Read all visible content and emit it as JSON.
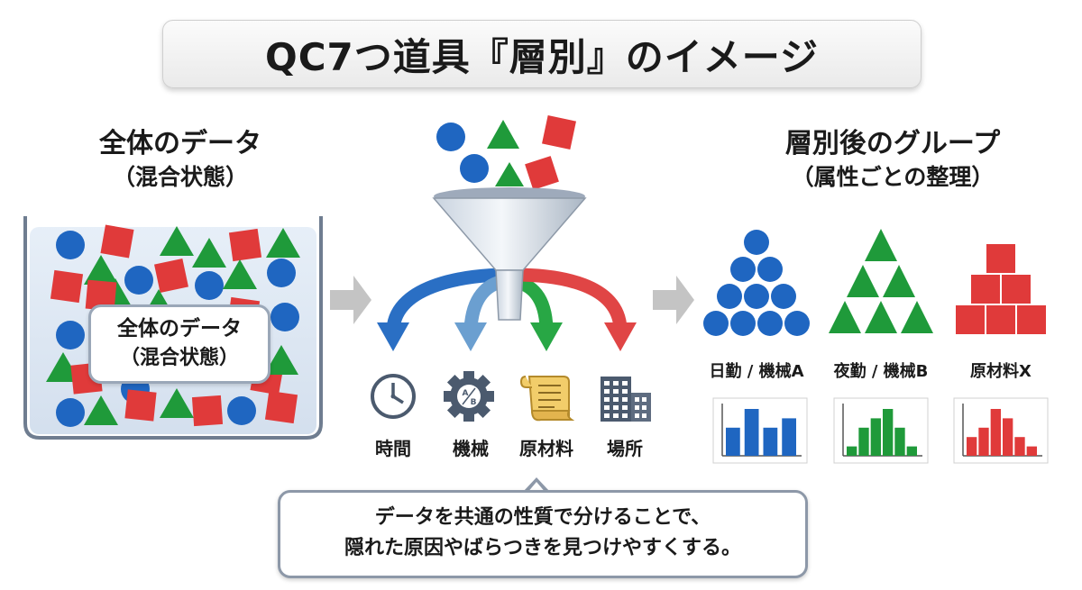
{
  "title": "QC7つ道具『層別』のイメージ",
  "left_panel": {
    "heading_line1": "全体のデータ",
    "heading_line2": "（混合状態）",
    "label_line1": "全体のデータ",
    "label_line2": "（混合状態）"
  },
  "middle_panel": {
    "categories": [
      {
        "label": "時間",
        "icon": "clock-icon",
        "arrow_color": "#2a6fc4"
      },
      {
        "label": "機械",
        "icon": "gear-icon",
        "arrow_color": "#6b9fd0"
      },
      {
        "label": "原材料",
        "icon": "scroll-icon",
        "arrow_color": "#28a745"
      },
      {
        "label": "場所",
        "icon": "building-icon",
        "arrow_color": "#e04545"
      }
    ]
  },
  "right_panel": {
    "heading_line1": "層別後のグループ",
    "heading_line2": "（属性ごとの整理）",
    "groups": [
      {
        "label": "日勤 / 機械A",
        "shape": "circle",
        "color": "#1f66c1",
        "histogram": [
          3,
          5,
          3,
          4
        ]
      },
      {
        "label": "夜勤 / 機械B",
        "shape": "triangle",
        "color": "#1f9a3a",
        "histogram": [
          1,
          3,
          4,
          5,
          3,
          1
        ]
      },
      {
        "label": "原材料X",
        "shape": "square",
        "color": "#e03a3a",
        "histogram": [
          2,
          3,
          5,
          4,
          2,
          1
        ]
      }
    ]
  },
  "callout": {
    "line1": "データを共通の性質で分けることで、",
    "line2": "隠れた原因やばらつきを見つけやすくする。"
  },
  "colors": {
    "blue": "#1f66c1",
    "green": "#1f9a3a",
    "red": "#e03a3a",
    "gray_arrow": "#c4c4c4"
  }
}
